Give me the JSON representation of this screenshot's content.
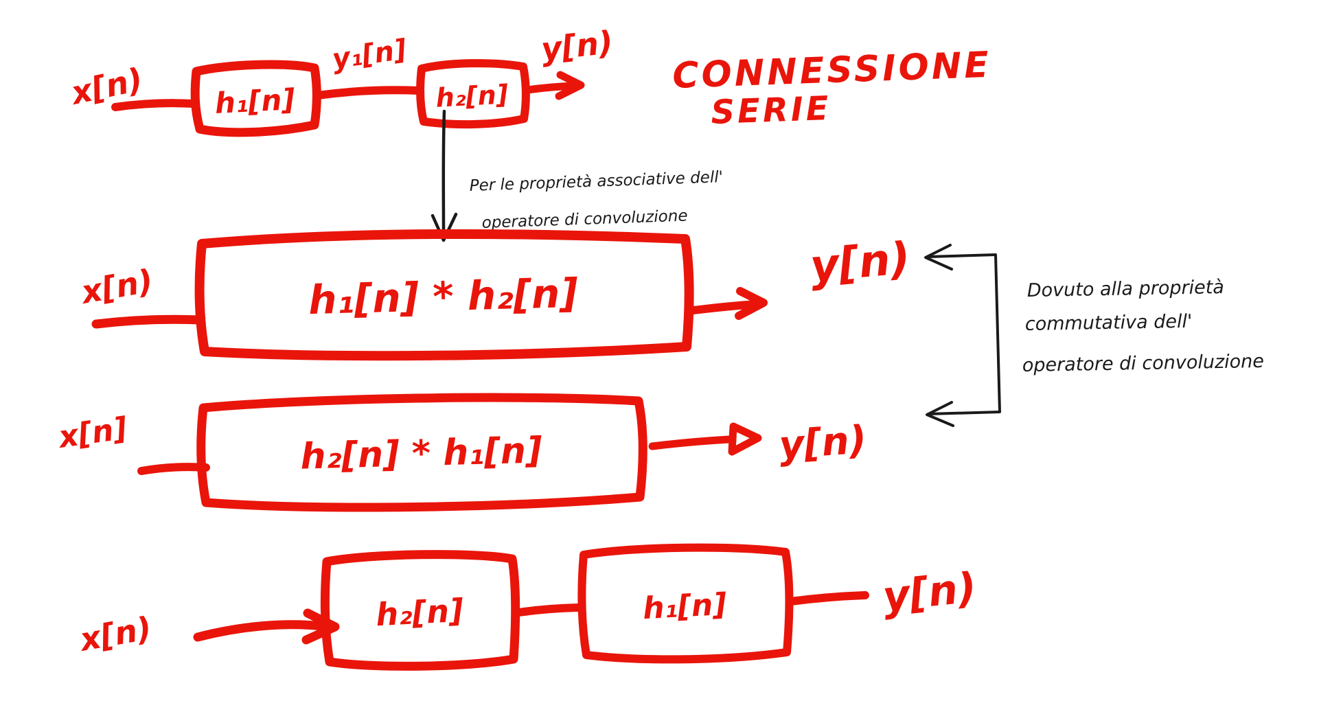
{
  "colors": {
    "ink_red": "#e9150b",
    "ink_black": "#1a1a1a",
    "paper": "#ffffff"
  },
  "title": {
    "line1": "CONNESSIONE",
    "line2": "SERIE"
  },
  "diagram": {
    "row1": {
      "input_label": "x[n)",
      "block1_label": "h₁[n]",
      "intermediate_label": "y₁[n]",
      "block2_label": "h₂[n]",
      "output_label": "y[n)"
    },
    "note_associative": {
      "line1": "Per le proprietà associative dell'",
      "line2": "operatore di convoluzione"
    },
    "row2": {
      "input_label": "x[n)",
      "block_label": "h₁[n] * h₂[n]",
      "output_label": "y[n)"
    },
    "note_commutative": {
      "line1": "Dovuto alla proprietà",
      "line2": "commutativa dell'",
      "line3": "operatore di convoluzione"
    },
    "row3": {
      "input_label": "x[n]",
      "block_label": "h₂[n] * h₁[n]",
      "output_label": "y[n)"
    },
    "row4": {
      "input_label": "x[n)",
      "block1_label": "h₂[n]",
      "block2_label": "h₁[n]",
      "output_label": "y[n)"
    }
  }
}
